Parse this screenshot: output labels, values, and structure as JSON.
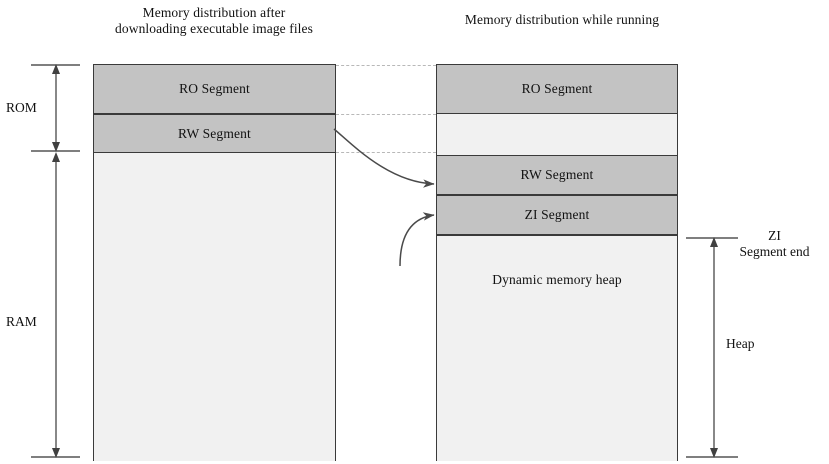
{
  "diagram": {
    "title_left": "Memory distribution after downloading executable image files",
    "title_right": "Memory distribution while running",
    "columns": {
      "left": {
        "name": "after-download",
        "segments": [
          {
            "key": "ro",
            "label": "RO Segment",
            "fill": "#c3c3c3"
          },
          {
            "key": "rw",
            "label": "RW Segment",
            "fill": "#c3c3c3"
          },
          {
            "key": "empty",
            "label": "",
            "fill": "#f1f1f1"
          }
        ]
      },
      "right": {
        "name": "while-running",
        "segments": [
          {
            "key": "ro",
            "label": "RO Segment",
            "fill": "#c3c3c3"
          },
          {
            "key": "gap",
            "label": "",
            "fill": "#f1f1f1"
          },
          {
            "key": "rw",
            "label": "RW Segment",
            "fill": "#c3c3c3"
          },
          {
            "key": "zi",
            "label": "ZI Segment",
            "fill": "#c3c3c3"
          },
          {
            "key": "heap",
            "label": "Dynamic memory heap",
            "fill": "#f1f1f1"
          }
        ]
      }
    },
    "measurements": {
      "rom": "ROM",
      "ram": "RAM",
      "zi_segment_end_line1": "ZI",
      "zi_segment_end_line2": "Segment end",
      "heap": "Heap"
    },
    "colors": {
      "segment_fill": "#c3c3c3",
      "empty_fill": "#f1f1f1",
      "border": "#3a3a3a",
      "dashed_connector": "#b8b8b8",
      "arrow": "#555555",
      "text": "#111111",
      "background": "#ffffff"
    }
  }
}
